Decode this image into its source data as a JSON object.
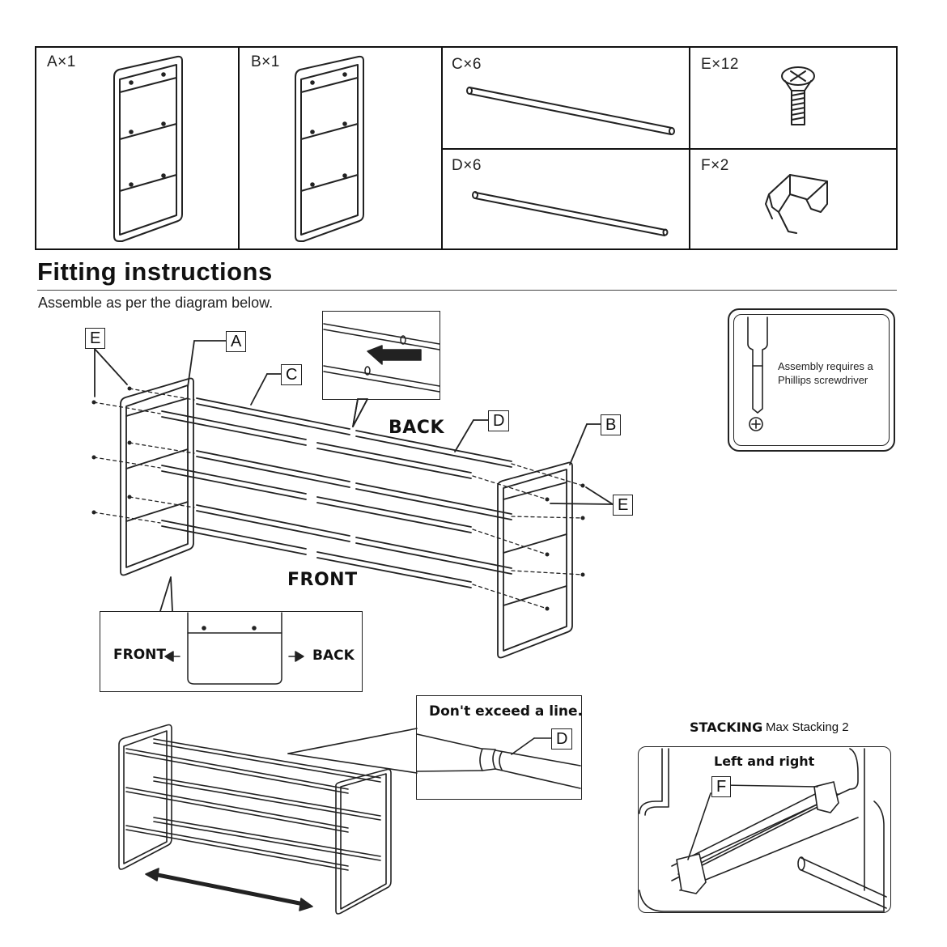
{
  "parts": [
    {
      "label": "A×1"
    },
    {
      "label": "B×1"
    },
    {
      "label": "C×6"
    },
    {
      "label": "E×12"
    },
    {
      "label": "D×6"
    },
    {
      "label": "F×2"
    }
  ],
  "section_title": "Fitting instructions",
  "section_subtitle": "Assemble as per the diagram below.",
  "diagram": {
    "callouts": {
      "E_left": "E",
      "A": "A",
      "C": "C",
      "D": "D",
      "B": "B",
      "E_right": "E"
    },
    "back_label": "BACK",
    "front_label": "FRONT",
    "detail_front": "FRONT",
    "detail_back": "BACK"
  },
  "tool_note": {
    "line1": "Assembly requires a",
    "line2": "Phillips screwdriver"
  },
  "line_note": {
    "title": "Don't exceed a line.",
    "callout": "D"
  },
  "stacking": {
    "heading": "STACKING",
    "subheading": "Max Stacking 2",
    "box_title": "Left and right",
    "callout": "F"
  }
}
